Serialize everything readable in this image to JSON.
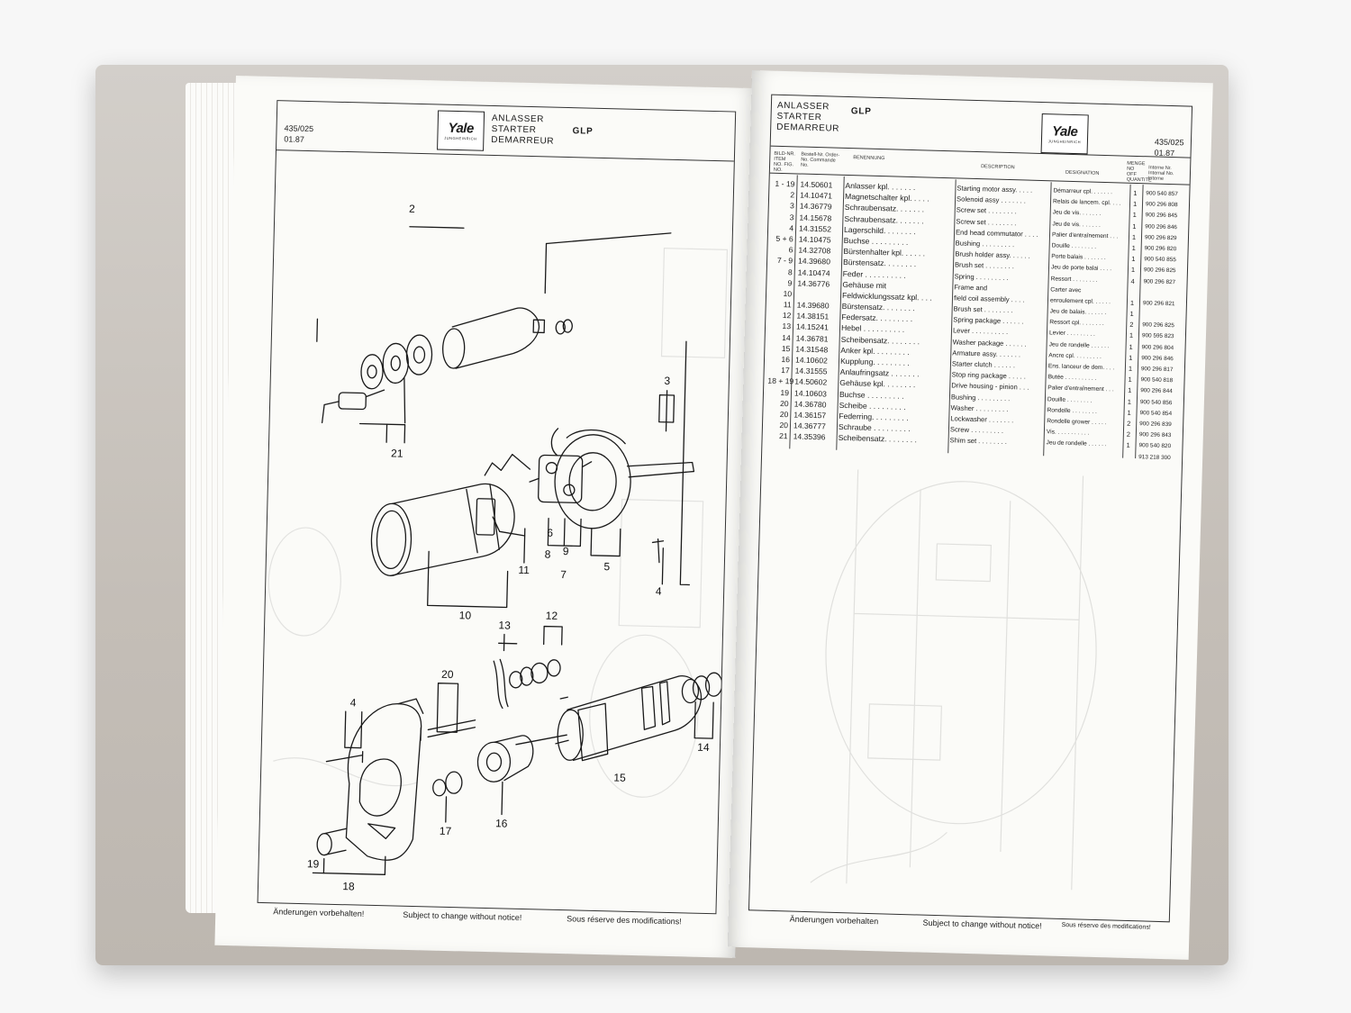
{
  "left_page": {
    "doc_number": "435/025",
    "doc_date": "01.87",
    "logo_brand": "Yale",
    "logo_sub": "JUNGHEINRICH",
    "title_de": "ANLASSER",
    "title_en": "STARTER",
    "title_fr": "DEMARREUR",
    "title_code": "GLP",
    "callouts": [
      "2",
      "3",
      "21",
      "4",
      "6",
      "9",
      "5",
      "8",
      "7",
      "11",
      "10",
      "12",
      "13",
      "20",
      "4",
      "14",
      "15",
      "16",
      "17",
      "19",
      "18"
    ],
    "footer_de": "Änderungen vorbehalten!",
    "footer_en": "Subject to change without notice!",
    "footer_fr": "Sous réserve des modifications!"
  },
  "right_page": {
    "title_de": "ANLASSER",
    "title_en": "STARTER",
    "title_fr": "DEMARREUR",
    "title_code": "GLP",
    "logo_brand": "Yale",
    "logo_sub": "JUNGHEINRICH",
    "doc_number": "435/025",
    "doc_date": "01.87",
    "column_headers": {
      "fig": "BILD-NR. ITEM NO. FIG. NO.",
      "part": "Bestell-Nr. Order-No. Commande No.",
      "de": "BENENNUNG",
      "en": "DESCRIPTION",
      "fr": "DESIGNATION",
      "qty": "MENGE NO OFF QUANTITE",
      "nr": "Interne Nr. Internal No. Interne"
    },
    "rows": [
      {
        "fig": "1 - 19",
        "part": "14.50601",
        "de": "Anlasser kpl. . . . . . .",
        "en": "Starting motor assy. . . . .",
        "fr": "Démarreur cpl. . . . . . .",
        "qty": "1",
        "nr": "900 540 857"
      },
      {
        "fig": "2",
        "part": "14.10471",
        "de": "Magnetschalter kpl. . . . .",
        "en": "Solenoid assy . . . . . . .",
        "fr": "Relais de lancem. cpl. . . .",
        "qty": "1",
        "nr": "900 296 808"
      },
      {
        "fig": "3",
        "part": "14.36779",
        "de": "Schraubensatz. . . . . . .",
        "en": "Screw set . . . . . . . .",
        "fr": "Jeu de vis. . . . . . .",
        "qty": "1",
        "nr": "900 296 845"
      },
      {
        "fig": "3",
        "part": "14.15678",
        "de": "Schraubensatz. . . . . . .",
        "en": "Screw set . . . . . . . .",
        "fr": "Jeu de vis. . . . . . .",
        "qty": "1",
        "nr": "900 296 846"
      },
      {
        "fig": "4",
        "part": "14.31552",
        "de": "Lagerschild. . . . . . . .",
        "en": "End head commutator . . . .",
        "fr": "Palier d'entraînement . . .",
        "qty": "1",
        "nr": "900 296 829"
      },
      {
        "fig": "5 + 6",
        "part": "14.10475",
        "de": "Buchse . . . . . . . . .",
        "en": "Bushing . . . . . . . . .",
        "fr": "Douille . . . . . . . .",
        "qty": "1",
        "nr": "900 296 820"
      },
      {
        "fig": "6",
        "part": "14.32708",
        "de": "Bürstenhalter kpl. . . . . .",
        "en": "Brush holder assy. . . . . .",
        "fr": "Porte balais . . . . . . .",
        "qty": "1",
        "nr": "900 540 855"
      },
      {
        "fig": "7 - 9",
        "part": "14.39680",
        "de": "Bürstensatz. . . . . . . .",
        "en": "Brush set . . . . . . . .",
        "fr": "Jeu de porte balai . . . .",
        "qty": "1",
        "nr": "900 296 825"
      },
      {
        "fig": "8",
        "part": "14.10474",
        "de": "Feder . . . . . . . . . .",
        "en": "Spring . . . . . . . . .",
        "fr": "Ressort . . . . . . . .",
        "qty": "4",
        "nr": "900 296 827"
      },
      {
        "fig": "9",
        "part": "14.36776",
        "de": "Gehäuse mit",
        "en": "Frame and",
        "fr": "Carter avec",
        "qty": "",
        "nr": ""
      },
      {
        "fig": "10",
        "part": "",
        "de": "Feldwicklungssatz kpl. . . .",
        "en": "field coil assembly . . . .",
        "fr": "enroulement cpl. . . . . .",
        "qty": "1",
        "nr": "900 296 821"
      },
      {
        "fig": "11",
        "part": "14.39680",
        "de": "Bürstensatz. . . . . . . .",
        "en": "Brush set . . . . . . . .",
        "fr": "Jeu de balais. . . . . . .",
        "qty": "1",
        "nr": ""
      },
      {
        "fig": "12",
        "part": "14.38151",
        "de": "Federsatz. . . . . . . . .",
        "en": "Spring package . . . . . .",
        "fr": "Ressort cpl. . . . . . . .",
        "qty": "2",
        "nr": "900 296 825"
      },
      {
        "fig": "13",
        "part": "14.15241",
        "de": "Hebel . . . . . . . . . .",
        "en": "Lever . . . . . . . . . .",
        "fr": "Levier . . . . . . . . .",
        "qty": "1",
        "nr": "900 595 823"
      },
      {
        "fig": "14",
        "part": "14.36781",
        "de": "Scheibensatz. . . . . . . .",
        "en": "Washer package . . . . . .",
        "fr": "Jeu de rondelle . . . . . .",
        "qty": "1",
        "nr": "900 296 804"
      },
      {
        "fig": "15",
        "part": "14.31548",
        "de": "Anker kpl. . . . . . . . .",
        "en": "Armature assy. . . . . . .",
        "fr": "Ancre cpl. . . . . . . . .",
        "qty": "1",
        "nr": "900 296 846"
      },
      {
        "fig": "16",
        "part": "14.10602",
        "de": "Kupplung. . . . . . . . .",
        "en": "Starter clutch . . . . . .",
        "fr": "Ens. lanceur de dem. . . .",
        "qty": "1",
        "nr": "900 296 817"
      },
      {
        "fig": "17",
        "part": "14.31555",
        "de": "Anlaufringsatz . . . . . . .",
        "en": "Stop ring package . . . . .",
        "fr": "Butée . . . . . . . . . .",
        "qty": "1",
        "nr": "900 540 818"
      },
      {
        "fig": "18 + 19",
        "part": "14.50602",
        "de": "Gehäuse kpl. . . . . . . .",
        "en": "Drive housing - pinion . . .",
        "fr": "Palier d'entraînement . . .",
        "qty": "1",
        "nr": "900 296 844"
      },
      {
        "fig": "19",
        "part": "14.10603",
        "de": "Buchse . . . . . . . . .",
        "en": "Bushing . . . . . . . . .",
        "fr": "Douille . . . . . . . .",
        "qty": "1",
        "nr": "900 540 856"
      },
      {
        "fig": "20",
        "part": "14.36780",
        "de": "Scheibe . . . . . . . . .",
        "en": "Washer . . . . . . . . .",
        "fr": "Rondelle . . . . . . . .",
        "qty": "1",
        "nr": "900 540 854"
      },
      {
        "fig": "20",
        "part": "14.36157",
        "de": "Federring. . . . . . . . .",
        "en": "Lockwasher . . . . . . .",
        "fr": "Rondelle grower . . . . .",
        "qty": "2",
        "nr": "900 296 839"
      },
      {
        "fig": "20",
        "part": "14.36777",
        "de": "Schraube . . . . . . . . .",
        "en": "Screw . . . . . . . . .",
        "fr": "Vis. . . . . . . . . . .",
        "qty": "2",
        "nr": "900 296 843"
      },
      {
        "fig": "21",
        "part": "14.35396",
        "de": "Scheibensatz. . . . . . . .",
        "en": "Shim set . . . . . . . .",
        "fr": "Jeu de rondelle . . . . . .",
        "qty": "1",
        "nr": "900 540 820"
      },
      {
        "fig": "",
        "part": "",
        "de": "",
        "en": "",
        "fr": "",
        "qty": "",
        "nr": "913 218 300"
      }
    ],
    "footer_de": "Änderungen vorbehalten",
    "footer_en": "Subject to change without notice!",
    "footer_fr": "Sous réserve des modifications!"
  }
}
